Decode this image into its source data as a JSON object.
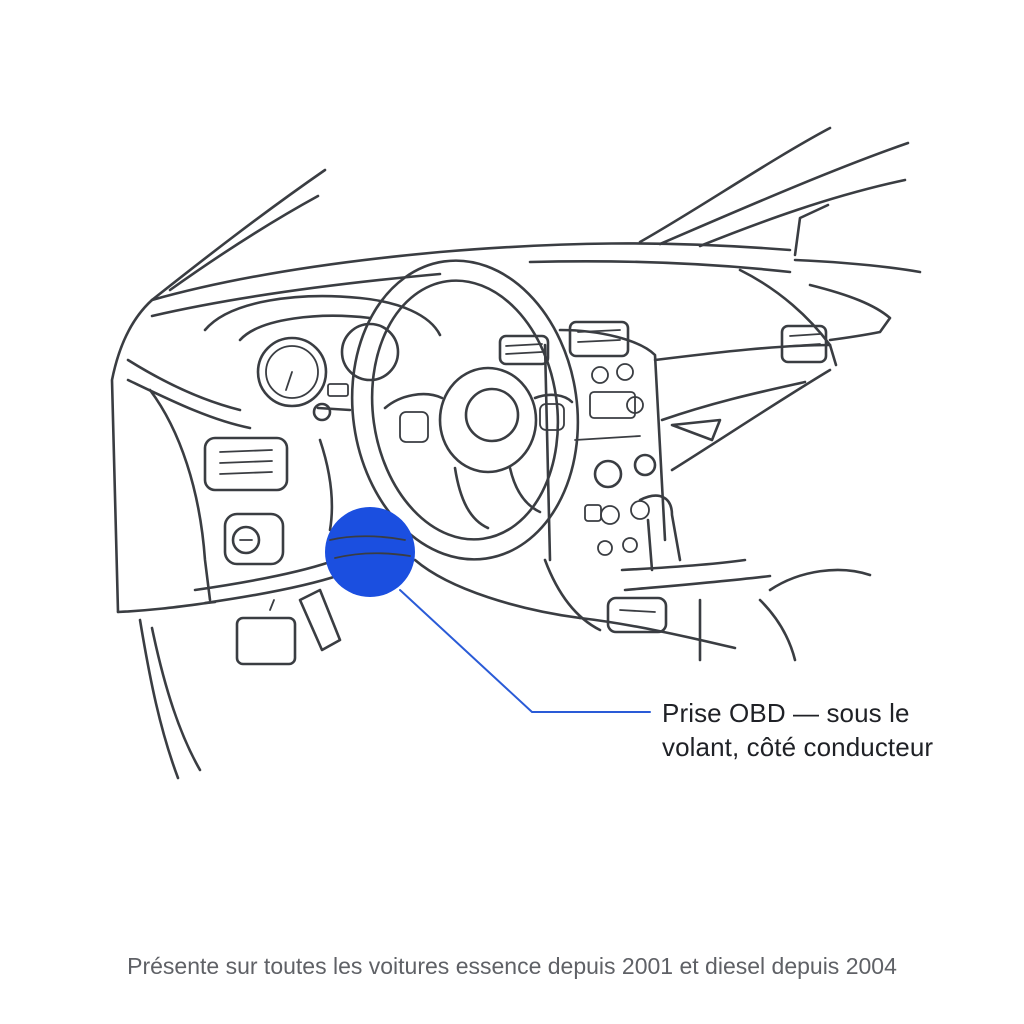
{
  "callout": {
    "line1": "Prise OBD — sous le",
    "line2": "volant, côté conducteur"
  },
  "footer": {
    "note": "Présente sur toutes les voitures essence depuis 2001 et diesel depuis 2004"
  },
  "colors": {
    "line_art": "#3a3d42",
    "highlight": "#1b4fe0",
    "leader": "#2a5bd7",
    "footer_text": "#5f6166"
  },
  "icons": {
    "marker": "obd-port-marker-icon"
  }
}
